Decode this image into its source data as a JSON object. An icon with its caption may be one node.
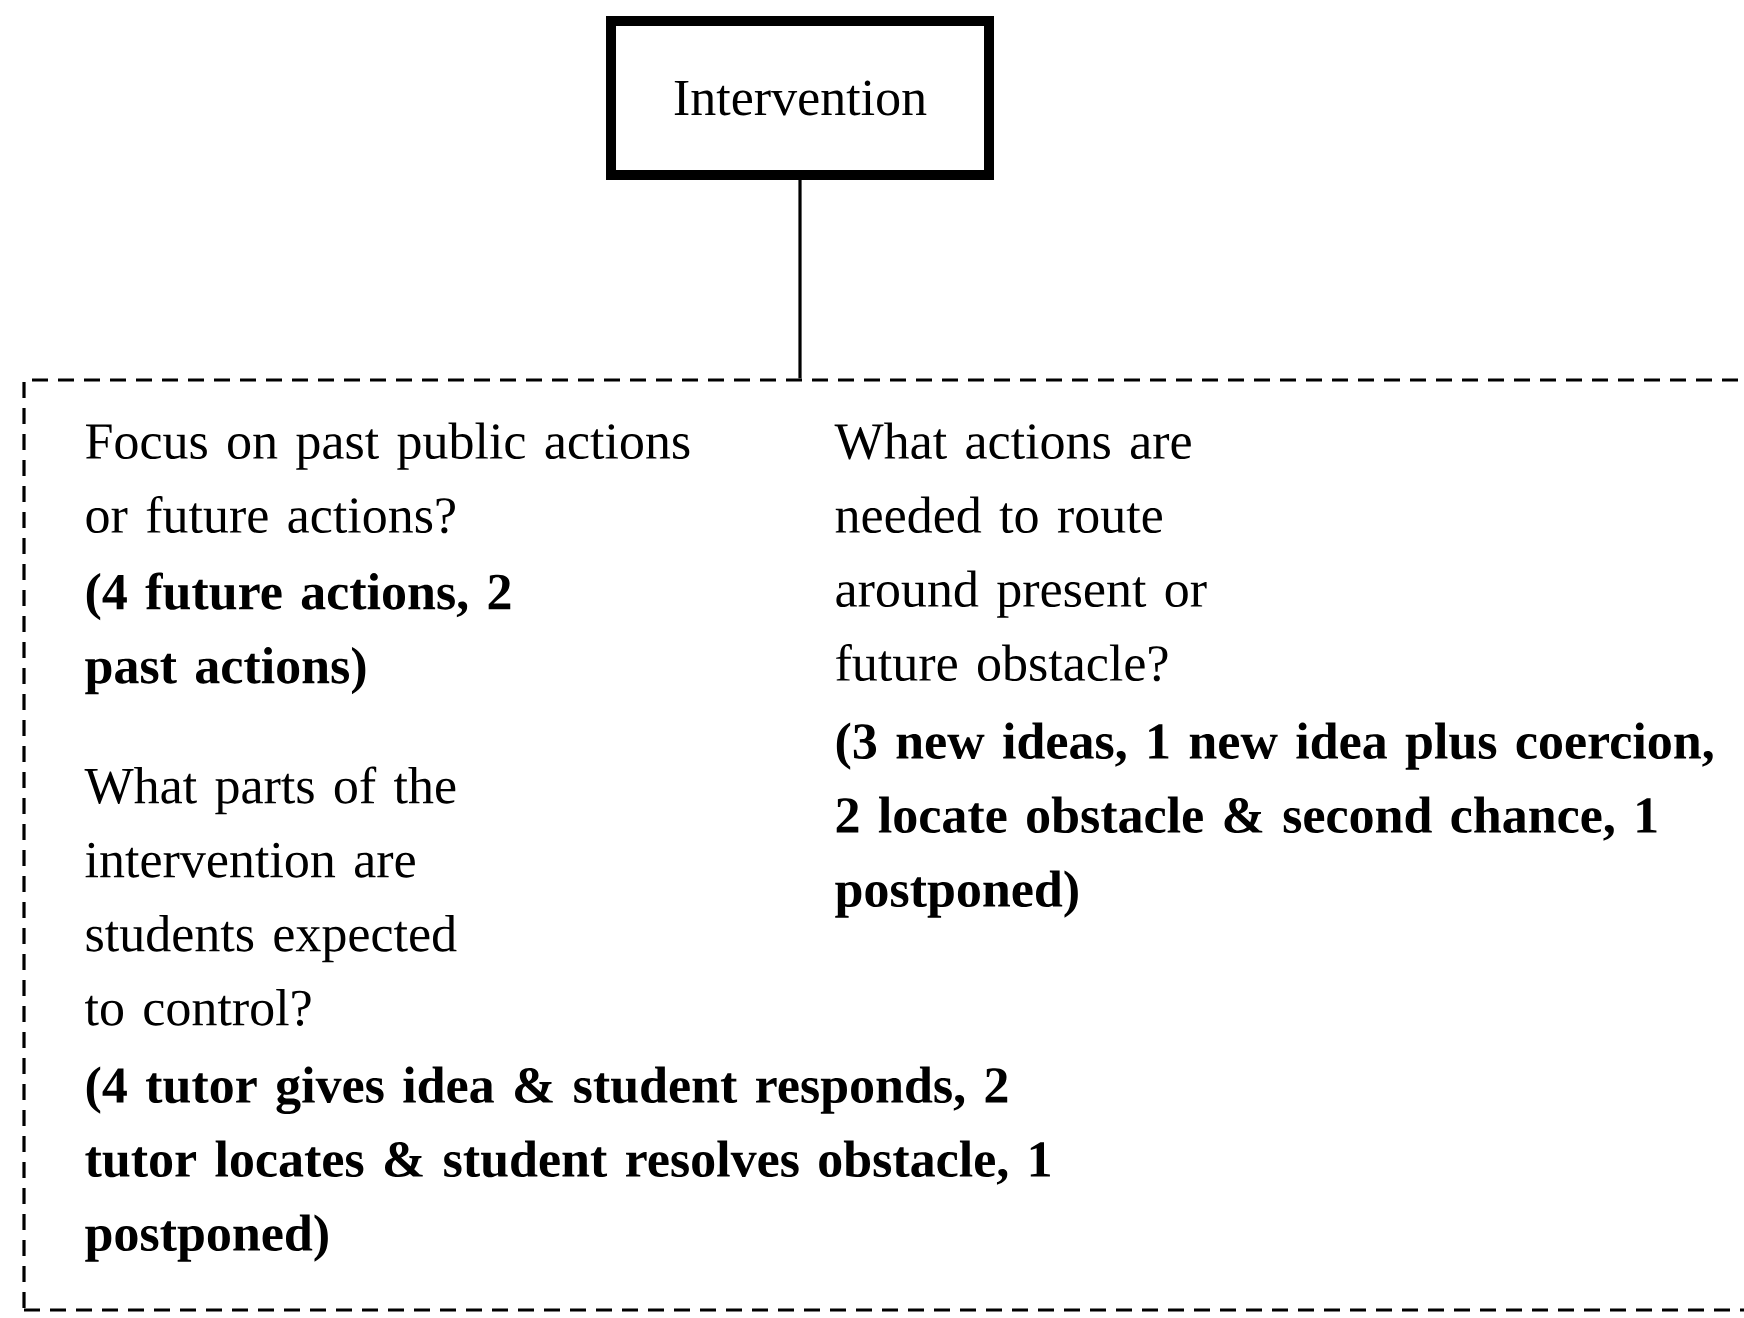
{
  "diagram": {
    "nodes": [
      {
        "text": [
          "Intervention"
        ]
      },
      {
        "text": [
          "Focus on past public actions or future actions?",
          "(4 future actions, 2 past actions)",
          "What actions are needed to route around present or future obstacle?",
          "(3 new ideas, 1 new idea plus coercion, 2 locate obstacle & second chance, 1 postponed)",
          "What parts of the intervention are students expected to control?",
          "(4 tutor gives idea & student responds, 2 tutor locates & student resolves obstacle, 1 postponed)"
        ]
      }
    ],
    "edges": [
      {
        "from": 0,
        "to": 1,
        "arrow": "none"
      }
    ]
  }
}
